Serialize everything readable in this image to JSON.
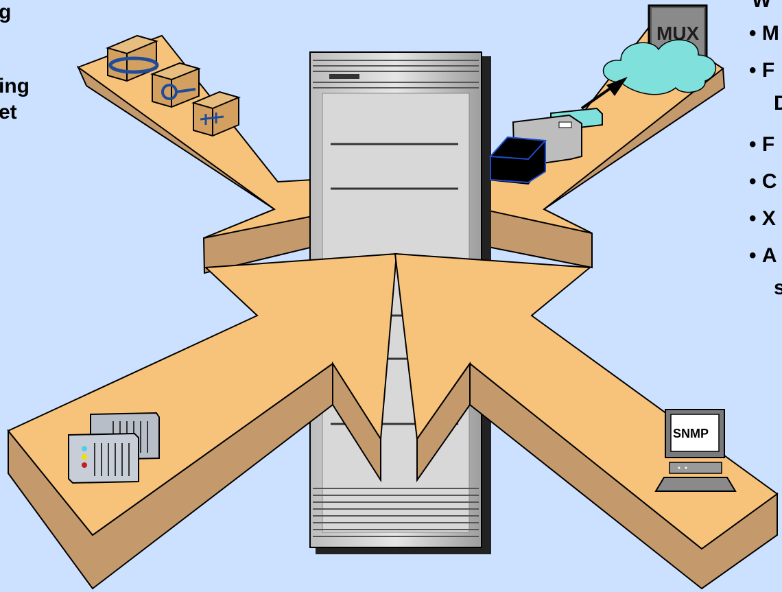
{
  "left_text": [
    "g",
    "ing",
    "et"
  ],
  "right_text": {
    "heading": "W",
    "bullets": [
      {
        "bullet": "•",
        "text": "M"
      },
      {
        "bullet": "•",
        "text": "F",
        "continuation": "D"
      },
      {
        "bullet": "•",
        "text": "F"
      },
      {
        "bullet": "•",
        "text": "C"
      },
      {
        "bullet": "•",
        "text": "X"
      },
      {
        "bullet": "•",
        "text": "A",
        "continuation": "s"
      }
    ]
  },
  "icons": {
    "mux_label": "MUX",
    "snmp_label": "SNMP"
  },
  "colors": {
    "background": "#cce0ff",
    "arm_top": "#f7c27a",
    "arm_side": "#c49a6c",
    "cloud": "#7fe0dc",
    "server_body": "#cfcfcf",
    "box_fill": "#d4a060",
    "cable_blue": "#1f4c9a"
  }
}
